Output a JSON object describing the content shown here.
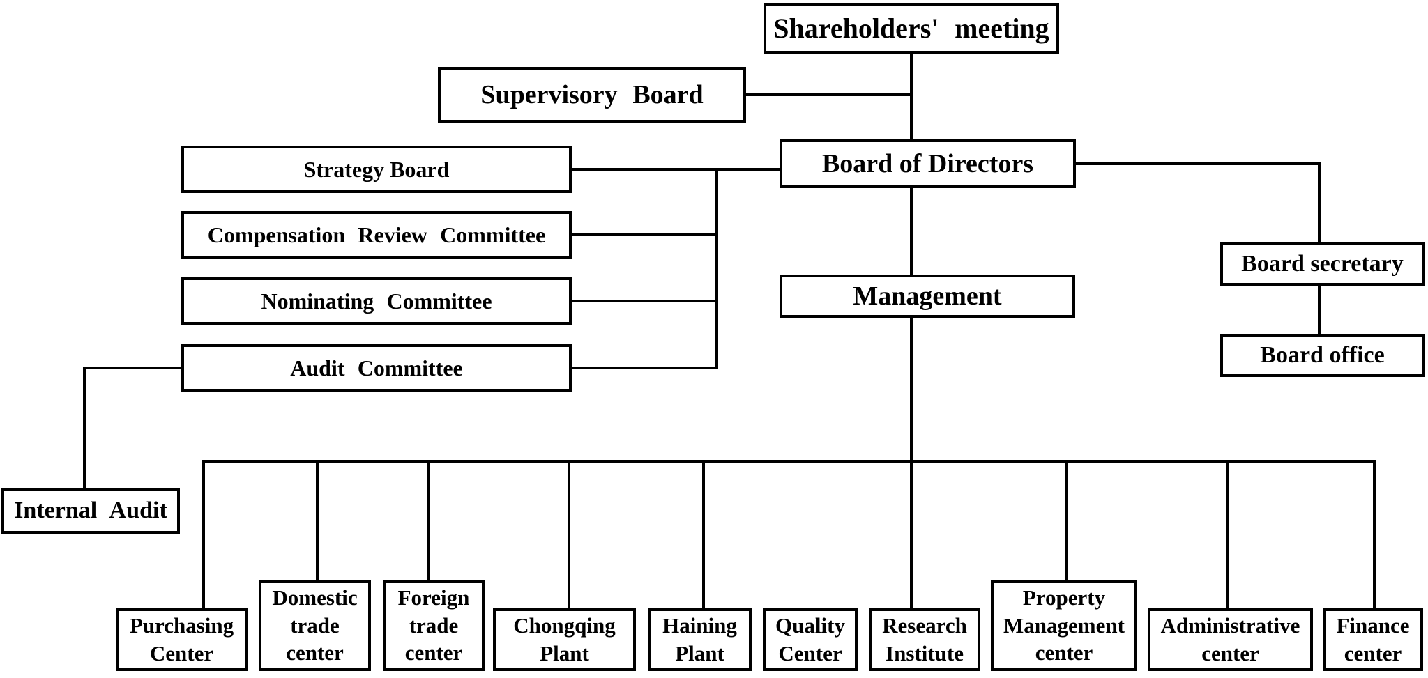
{
  "diagram": {
    "type": "org-chart",
    "background_color": "#ffffff",
    "line_color": "#000000",
    "text_color": "#000000",
    "box_fill": "#ffffff",
    "nodes": {
      "shareholders": {
        "label": "Shareholders' meeting"
      },
      "supervisory": {
        "label": "Supervisory Board"
      },
      "bod": {
        "label": "Board of Directors"
      },
      "strategy": {
        "label": "Strategy Board"
      },
      "compensation": {
        "label": "Compensation Review Committee"
      },
      "nominating": {
        "label": "Nominating Committee"
      },
      "audit": {
        "label": "Audit Committee"
      },
      "management": {
        "label": "Management"
      },
      "board_secretary": {
        "label": "Board secretary"
      },
      "board_office": {
        "label": "Board office"
      },
      "internal_audit": {
        "label": "Internal Audit"
      },
      "purchasing": {
        "label": "Purchasing Center"
      },
      "domestic": {
        "label": "Domestic trade center"
      },
      "foreign": {
        "label": "Foreign trade center"
      },
      "chongqing": {
        "label": "Chongqing Plant"
      },
      "haining": {
        "label": "Haining Plant"
      },
      "quality": {
        "label": "Quality Center"
      },
      "research": {
        "label": "Research Institute"
      },
      "property": {
        "label": "Property Management center"
      },
      "administrative": {
        "label": "Administrative center"
      },
      "finance": {
        "label": "Finance center"
      }
    },
    "edges": [
      {
        "from": "shareholders",
        "to": "bod"
      },
      {
        "from": "supervisory",
        "to": "shareholders-bod-line"
      },
      {
        "from": "strategy",
        "to": "bod"
      },
      {
        "from": "compensation",
        "to": "committee-spine"
      },
      {
        "from": "nominating",
        "to": "committee-spine"
      },
      {
        "from": "audit",
        "to": "committee-spine"
      },
      {
        "from": "audit",
        "to": "internal_audit"
      },
      {
        "from": "bod",
        "to": "board_secretary"
      },
      {
        "from": "board_secretary",
        "to": "board_office"
      },
      {
        "from": "bod",
        "to": "management"
      },
      {
        "from": "management",
        "to": "purchasing"
      },
      {
        "from": "management",
        "to": "domestic"
      },
      {
        "from": "management",
        "to": "foreign"
      },
      {
        "from": "management",
        "to": "chongqing"
      },
      {
        "from": "management",
        "to": "haining"
      },
      {
        "from": "management",
        "to": "research"
      },
      {
        "from": "management",
        "to": "property"
      },
      {
        "from": "management",
        "to": "administrative"
      },
      {
        "from": "management",
        "to": "finance"
      }
    ],
    "notes": "Quality Center box has no connector line to the bus; Research Institute connects through the continuation of the Management vertical line."
  }
}
